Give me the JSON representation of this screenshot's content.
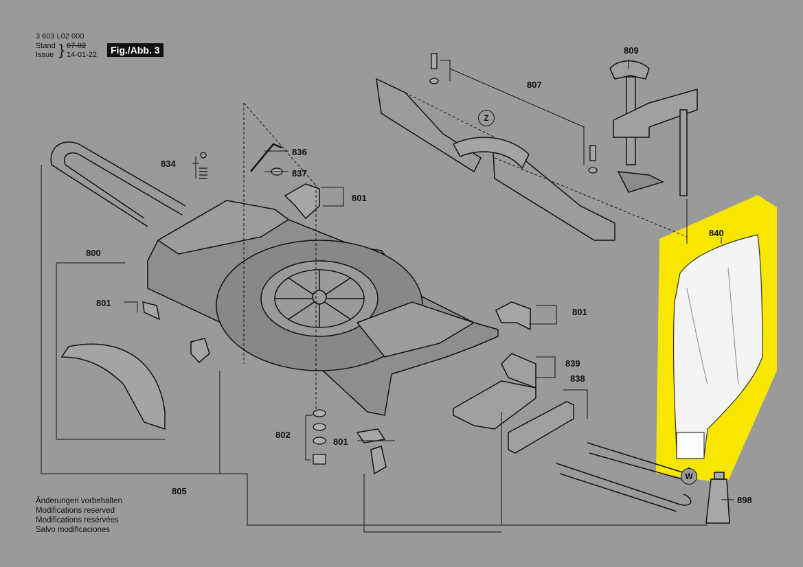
{
  "header": {
    "doc_number": "3 603 L02 000",
    "stand_label": "Stand",
    "issue_label": "Issue",
    "stand_date_struck": "07-02",
    "issue_date": "14-01-22",
    "figure_tag": "Fig./Abb. 3"
  },
  "notes": [
    "Änderungen vorbehalten",
    "Modifications reserved",
    "Modifications resérvées",
    "Salvo modificaciones"
  ],
  "callouts": {
    "c800": "800",
    "c801a": "801",
    "c801b": "801",
    "c801c": "801",
    "c801d": "801",
    "c802": "802",
    "c805": "805",
    "c807": "807",
    "c809": "809",
    "c834": "834",
    "c836": "836",
    "c837": "837",
    "c838": "838",
    "c839": "839",
    "c840": "840",
    "c898": "898"
  },
  "markers": {
    "z": "Z",
    "w": "W"
  },
  "colors": {
    "background": "#9a9a9a",
    "highlight": "#f7e600",
    "ink": "#111111",
    "part_fill": "#8a8a8a"
  },
  "highlighted_part": "840"
}
